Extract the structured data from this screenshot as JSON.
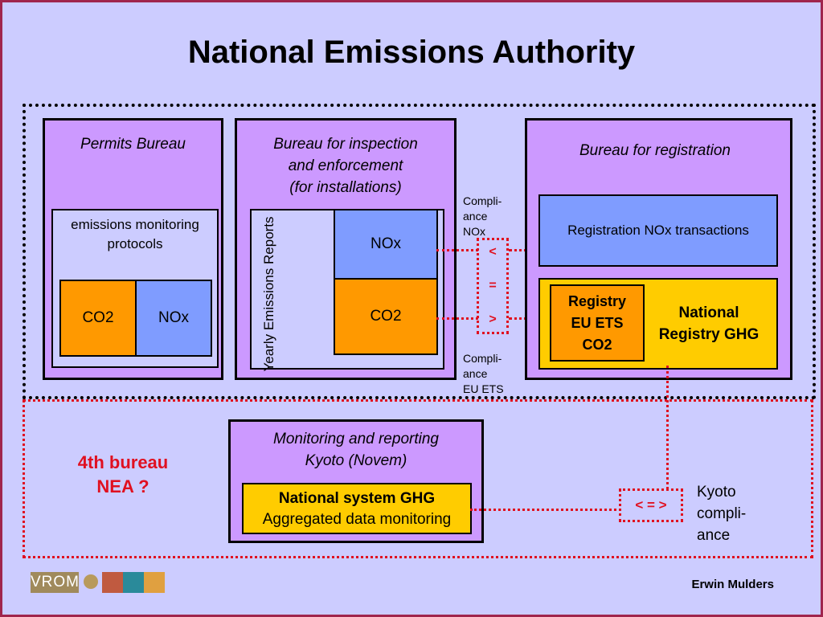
{
  "title": "National Emissions Authority",
  "permits": {
    "label": "Permits Bureau",
    "protocols": "emissions monitoring protocols",
    "co2": "CO2",
    "nox": "NOx"
  },
  "inspection": {
    "label_line1": "Bureau for inspection",
    "label_line2": "and enforcement",
    "label_line3": "(for installations)",
    "reports": "Yearly Emissions Reports",
    "nox": "NOx",
    "co2": "CO2"
  },
  "compliance_nox": {
    "line1": "Compli-",
    "line2": "ance",
    "line3": "NOx"
  },
  "compliance_ets": {
    "line1": "Compli-",
    "line2": "ance",
    "line3": "EU ETS"
  },
  "comparison": {
    "lt": "<",
    "eq": "=",
    "gt": ">",
    "combined": "< = >"
  },
  "registration": {
    "label": "Bureau for registration",
    "nox_transactions": "Registration NOx transactions",
    "registry_line1": "Registry",
    "registry_line2": "EU ETS",
    "registry_line3": "CO2",
    "national_line1": "National",
    "national_line2": "Registry GHG"
  },
  "fourth_bureau": {
    "line1": "4th bureau",
    "line2": "NEA ?"
  },
  "monitoring": {
    "label_line1": "Monitoring and reporting",
    "label_line2": "Kyoto (Novem)",
    "system_line1": "National system GHG",
    "system_line2": "Aggregated data monitoring"
  },
  "kyoto": {
    "line1": "Kyoto",
    "line2": "compli-",
    "line3": "ance"
  },
  "footer": {
    "logo_text": "VROM",
    "author": "Erwin Mulders"
  },
  "colors": {
    "background": "#ccccff",
    "bureau_fill": "#cc99ff",
    "orange": "#ff9900",
    "blue": "#7f9cff",
    "yellow": "#ffcc00",
    "red": "#e01020"
  }
}
